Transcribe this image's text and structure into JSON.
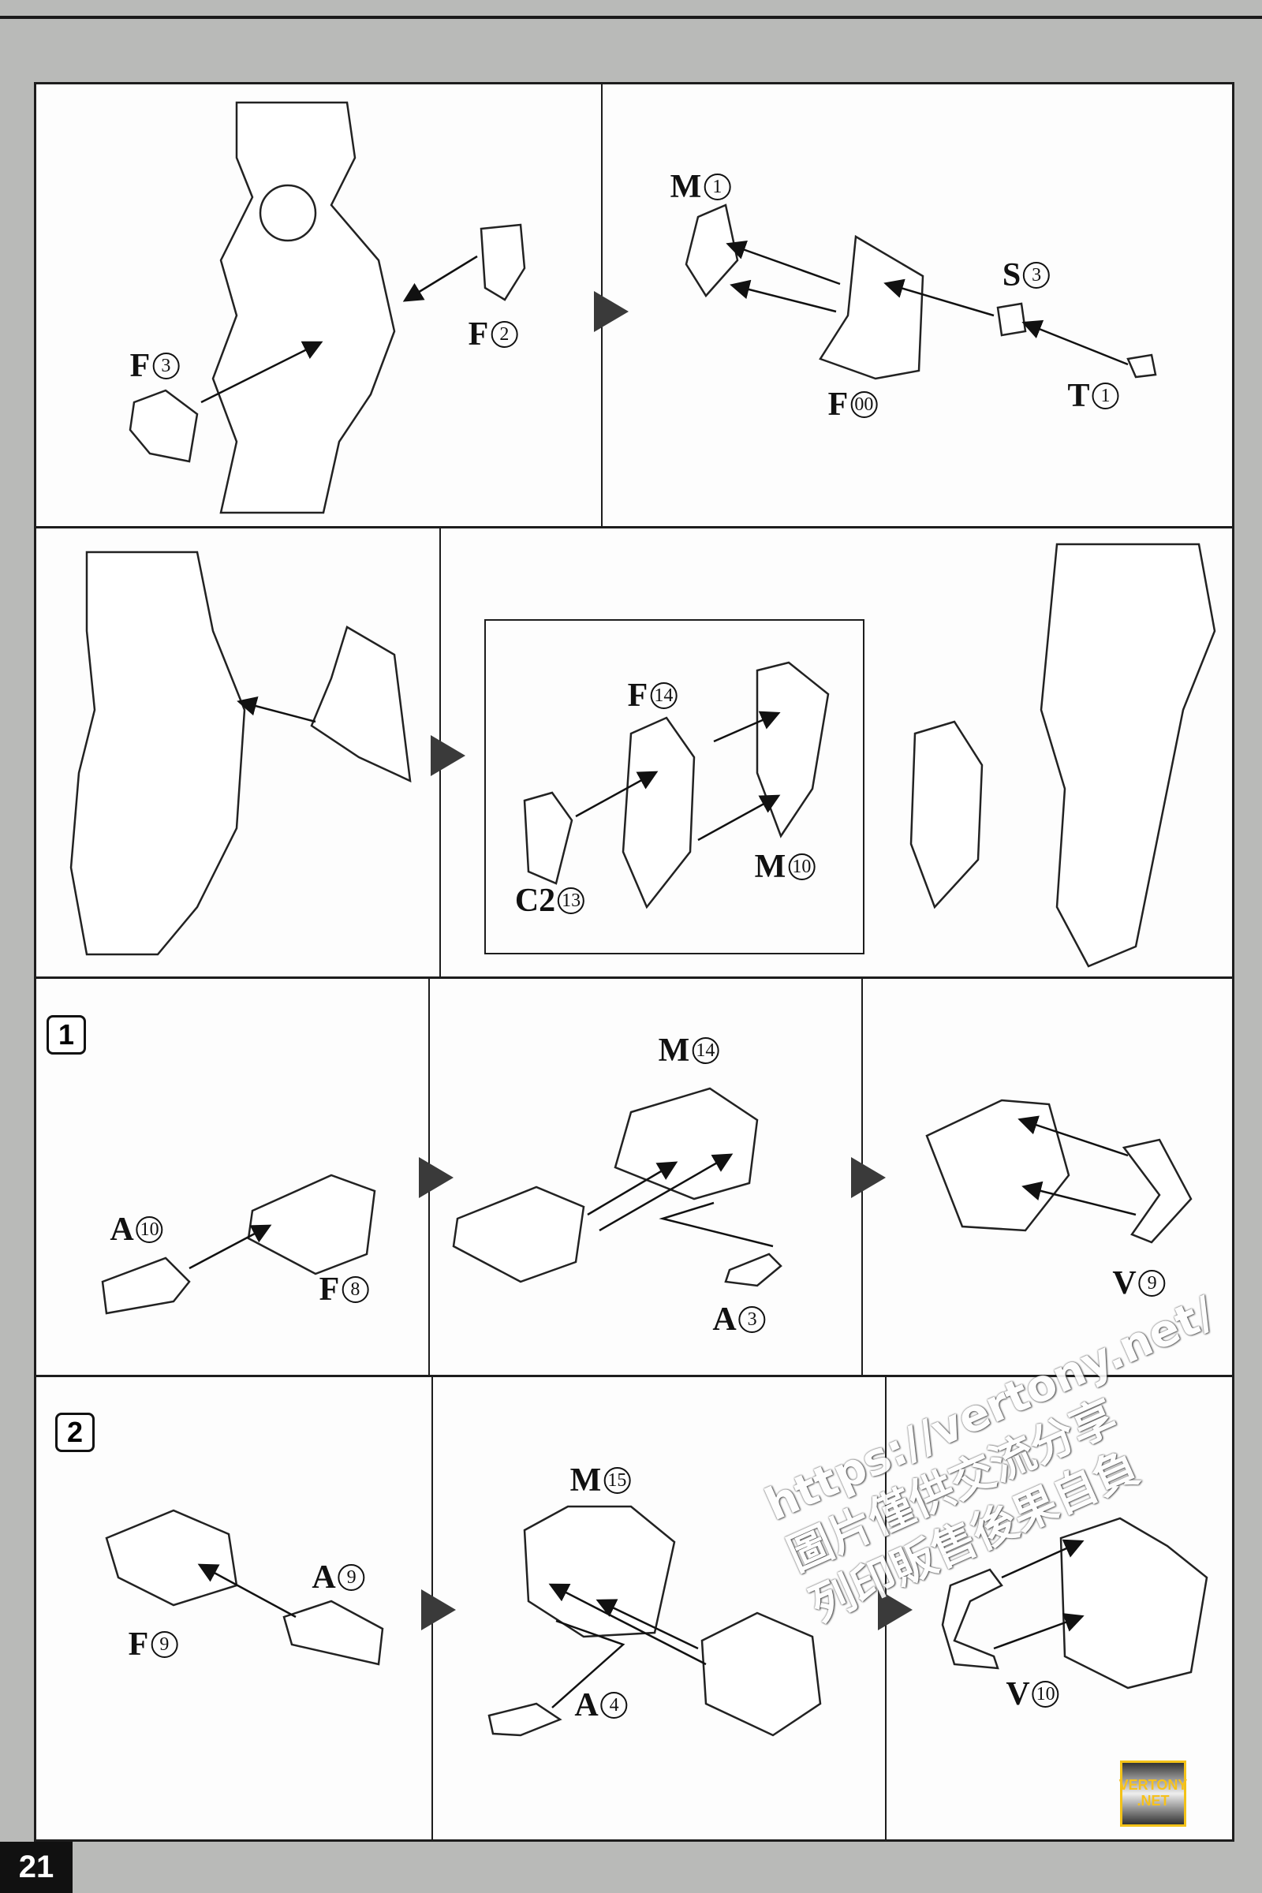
{
  "page_number": "21",
  "steps": [
    {
      "label": "1"
    },
    {
      "label": "2"
    }
  ],
  "parts": {
    "m1": {
      "letter": "M",
      "num": "1"
    },
    "f2": {
      "letter": "F",
      "num": "2"
    },
    "f3": {
      "letter": "F",
      "num": "3"
    },
    "s3": {
      "letter": "S",
      "num": "3"
    },
    "f00": {
      "letter": "F",
      "num": "00"
    },
    "t1": {
      "letter": "T",
      "num": "1"
    },
    "f14": {
      "letter": "F",
      "num": "14"
    },
    "m10": {
      "letter": "M",
      "num": "10"
    },
    "c213": {
      "letter": "C2",
      "num": "13"
    },
    "m14": {
      "letter": "M",
      "num": "14"
    },
    "a10": {
      "letter": "A",
      "num": "10"
    },
    "f8": {
      "letter": "F",
      "num": "8"
    },
    "a3": {
      "letter": "A",
      "num": "3"
    },
    "v9": {
      "letter": "V",
      "num": "9"
    },
    "m15": {
      "letter": "M",
      "num": "15"
    },
    "a9": {
      "letter": "A",
      "num": "9"
    },
    "f9": {
      "letter": "F",
      "num": "9"
    },
    "a4": {
      "letter": "A",
      "num": "4"
    },
    "v10": {
      "letter": "V",
      "num": "10"
    }
  },
  "watermark": {
    "url": "https://vertony.net/",
    "line1": "圖片僅供交流分享",
    "line2": "列印販售後果自負"
  },
  "logo": {
    "line1": "VERTONY",
    "line2": ".NET"
  }
}
